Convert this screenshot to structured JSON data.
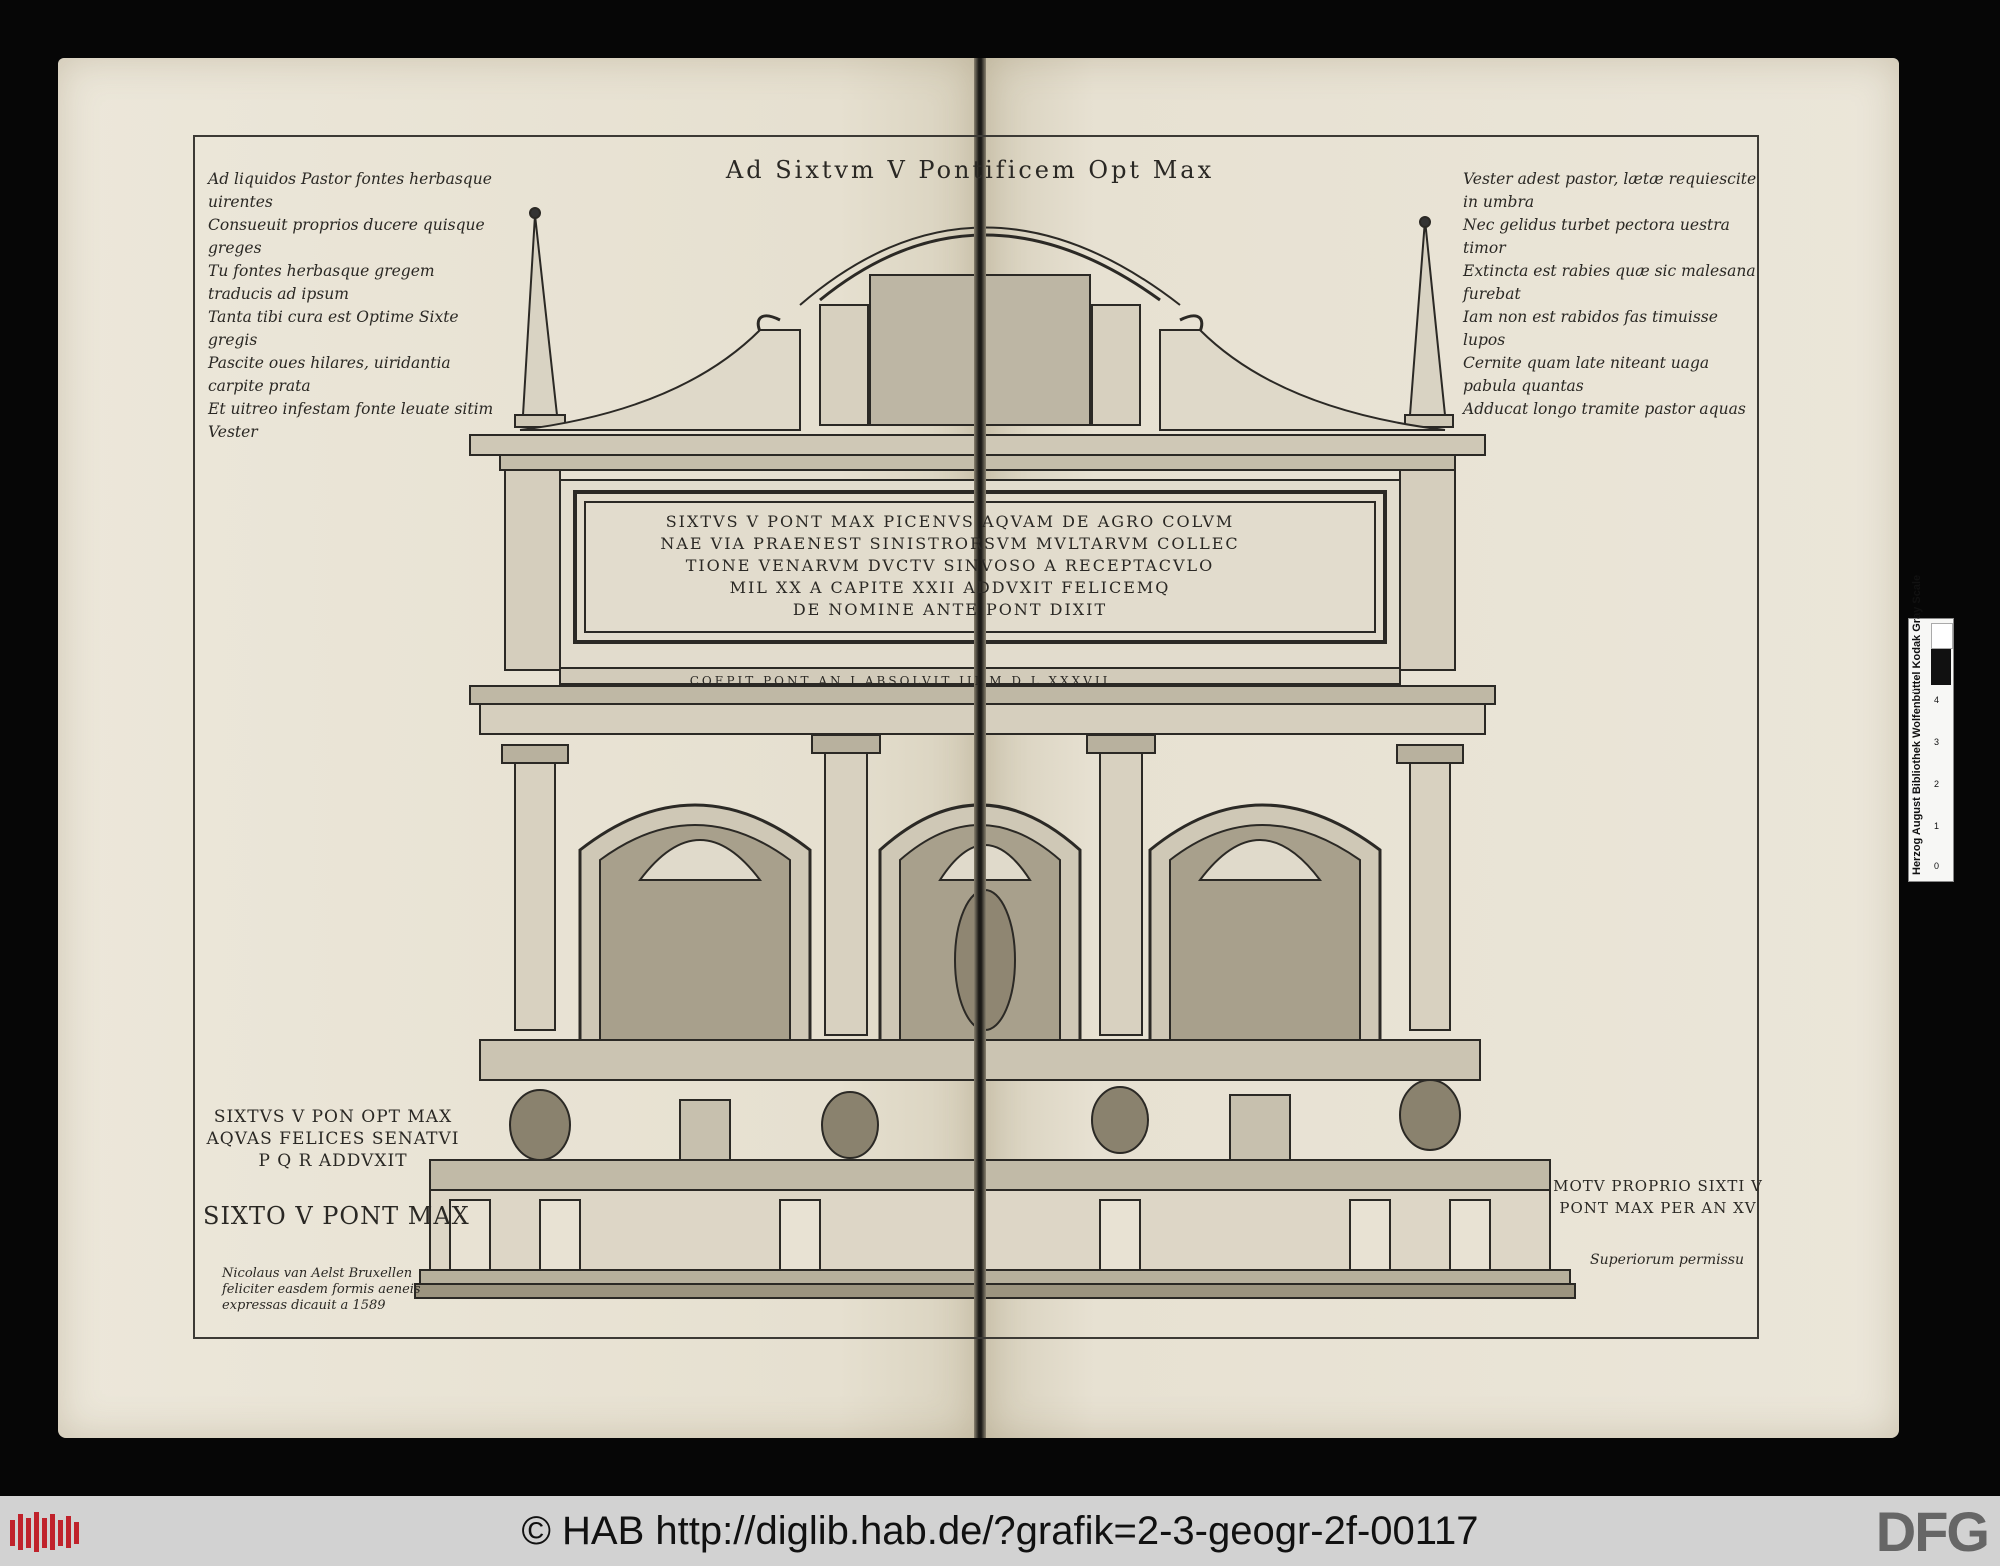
{
  "header_title": "Ad Sixtvm V Pontificem Opt Max",
  "poem_left": "Ad liquidos Pastor fontes herbasque uirentes\nConsueuit proprios ducere quisque greges\nTu fontes herbasque gregem traducis ad ipsum\nTanta tibi cura est Optime Sixte gregis\nPascite oues hilares, uiridantia carpite prata\nEt uitreo infestam fonte leuate sitim\nVester",
  "poem_right": "Vester adest pastor, lætæ requiescite in umbra\nNec gelidus turbet pectora uestra timor\nExtincta est rabies quæ sic malesana furebat\nIam non est rabidos fas timuisse lupos\nCernite quam late niteant uaga pabula quantas\nAdducat longo tramite pastor aquas",
  "inscription": "SIXTVS V PONT MAX PICENVS AQVAM DE AGRO COLVM\nNAE VIA PRAENEST SINISTRORSVM MVLTARVM COLLEC\nTIONE VENARVM DVCTV SINVOSO A RECEPTACVLO\nMIL XX A CAPITE XXII ADDVXIT FELICEMQ\nDE NOMINE ANTE PONT DIXIT",
  "date_line": "COEPIT PONT AN I ABSOLVIT III M D L XXXVII",
  "left_dedication": "SIXTVS V PON OPT MAX\nAQVAS FELICES SENATVI\nP Q R ADDVXIT",
  "left_big": "SIXTO V PONT MAX",
  "printer": "Nicolaus van Aelst Bruxellen\nfeliciter easdem formis aeneis\nexpressas dicauit a 1589",
  "right_motu": "MOTV PROPRIO SIXTI V\nPONT MAX PER AN XV",
  "permission": "Superiorum permissu",
  "color_scale": {
    "label": "Herzog August Bibliothek Wolfenbüttel",
    "brand": "Kodak",
    "sub": "Gray Scale",
    "ticks": [
      "4",
      "3",
      "2",
      "1",
      "0"
    ]
  },
  "footer": {
    "url_text": "© HAB http://diglib.hab.de/?grafik=2-3-geogr-2f-00117",
    "dfg": "DFG",
    "bg": "#d2d2d2"
  }
}
